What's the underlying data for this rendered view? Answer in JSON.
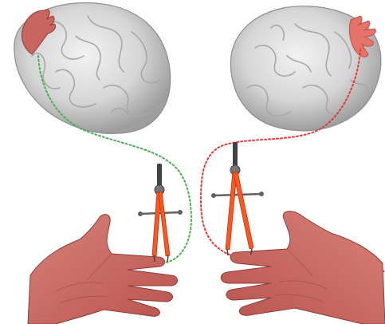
{
  "figure": {
    "panels": [
      {
        "side": "left",
        "brain": "brain-left",
        "hand_on_brain": "hand-rendered-on-brain",
        "pathway_style": "dotted",
        "pathway_color": "#4caf50",
        "instrument": "caliper",
        "hand": "hand-left-palm-up"
      },
      {
        "side": "right",
        "brain": "brain-right",
        "hand_on_brain": "hand-rendered-on-brain",
        "pathway_style": "dotted",
        "pathway_color": "#e53935",
        "instrument": "caliper",
        "hand": "hand-right-palm-up"
      }
    ]
  },
  "colors": {
    "brain_fill": "#d9d9d9",
    "brain_shade": "#bdbdbd",
    "skin_fill": "#c9655f",
    "skin_shade": "#a84b47",
    "caliper_orange": "#ff5722",
    "caliper_steel": "#616161",
    "green_path": "#4caf50",
    "red_path": "#e53935"
  }
}
